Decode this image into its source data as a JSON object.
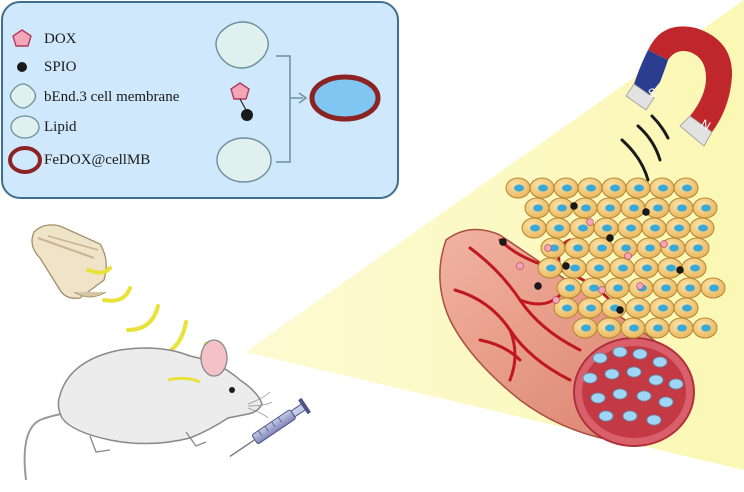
{
  "legend": {
    "items": [
      {
        "key": "dox",
        "label": "DOX",
        "icon": "pentagon-icon"
      },
      {
        "key": "spio",
        "label": "SPIO",
        "icon": "black-dot-icon"
      },
      {
        "key": "membrane",
        "label": "bEnd.3 cell membrane",
        "icon": "rounded-diamond-icon"
      },
      {
        "key": "lipid",
        "label": "Lipid",
        "icon": "ellipse-icon"
      },
      {
        "key": "product",
        "label": "FeDOX@cellMB",
        "icon": "red-ring-icon"
      }
    ]
  },
  "magnet": {
    "south_label": "S",
    "north_label": "N"
  },
  "colors": {
    "legend_bg": "#cfe8fb",
    "legend_border": "#3f6f8f",
    "dox_fill": "#f3a6b8",
    "dox_stroke": "#b23b5b",
    "spio": "#1a1a1a",
    "membrane_fill": "#dff0ee",
    "product_ring": "#8b2323",
    "product_fill": "#7fc6f2",
    "light_cone": "#fbf7b0",
    "magnet_red": "#c0272d",
    "magnet_blue": "#2b3d8f",
    "tissue": "#e89a86",
    "vessel": "#c0181f",
    "cell_fill": "#f3cf83",
    "nucleus": "#3aa9d6",
    "light_wave": "#e8e23a"
  }
}
